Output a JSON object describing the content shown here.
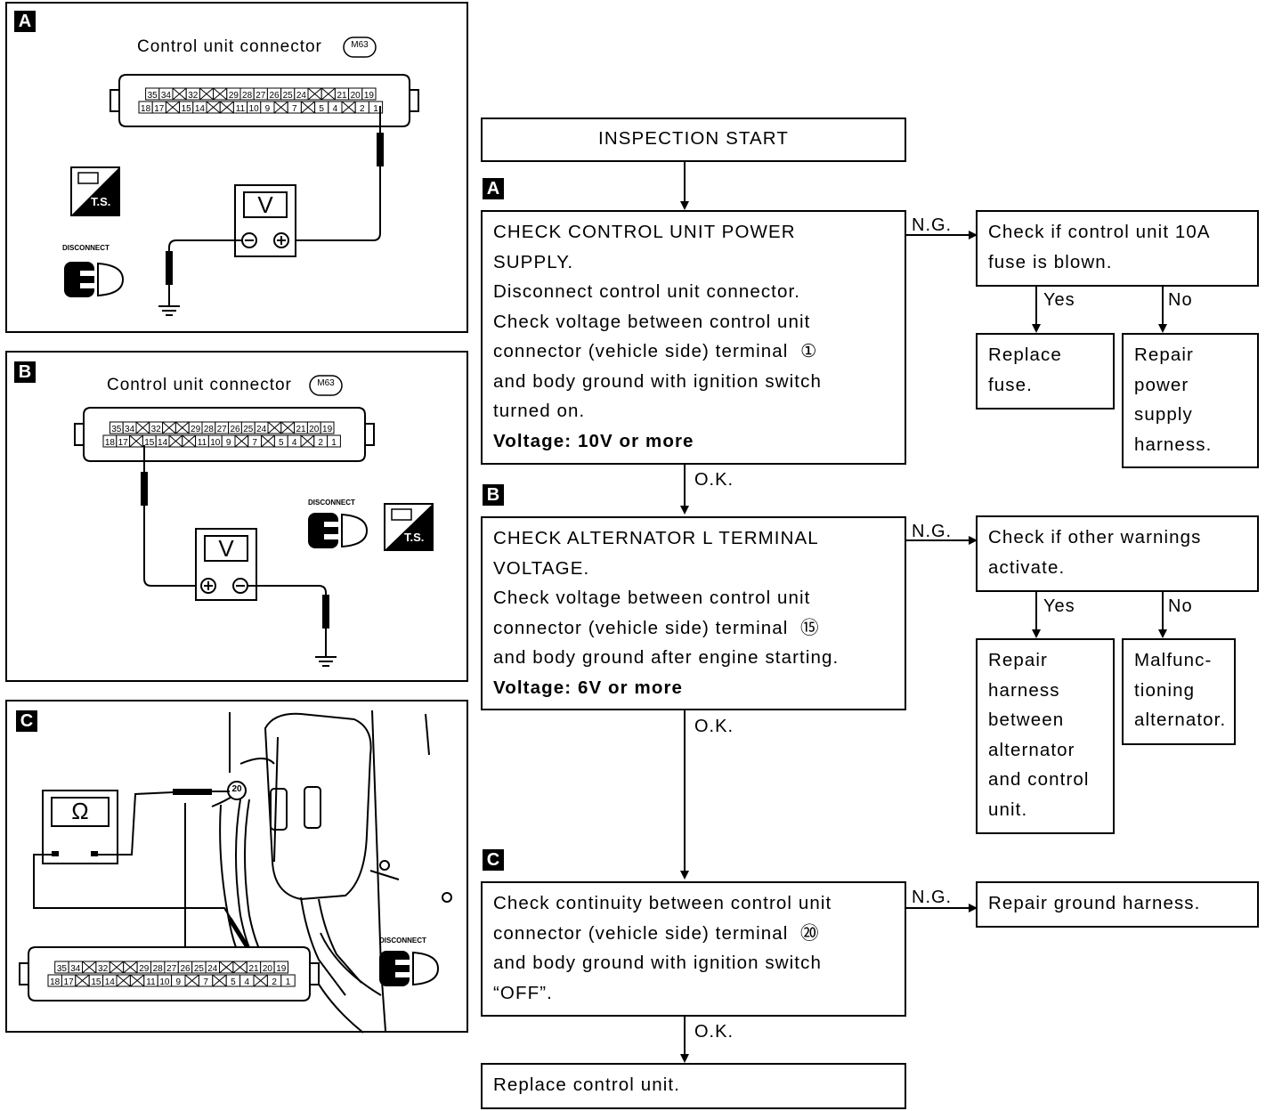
{
  "flowchart": {
    "start": "INSPECTION START",
    "step_a": {
      "tag": "A",
      "lines": [
        "CHECK CONTROL UNIT POWER",
        "SUPPLY.",
        "Disconnect control unit connector.",
        "Check voltage between control unit",
        "connector (vehicle side) terminal  ①",
        "and body ground with ignition switch",
        "turned on."
      ],
      "spec": "Voltage: 10V or more",
      "ng_label": "N.G.",
      "ok_label": "O.K.",
      "ng_box": [
        "Check if control unit 10A",
        "fuse is blown."
      ],
      "yes_label": "Yes",
      "no_label": "No",
      "yes_box": [
        "Replace",
        "fuse."
      ],
      "no_box": [
        "Repair",
        "power",
        "supply",
        "harness."
      ]
    },
    "step_b": {
      "tag": "B",
      "lines": [
        "CHECK ALTERNATOR L TERMINAL",
        "VOLTAGE.",
        "Check voltage between control unit",
        "connector (vehicle side) terminal  ⑮",
        "and body ground after engine starting."
      ],
      "spec": "Voltage: 6V or more",
      "ng_label": "N.G.",
      "ok_label": "O.K.",
      "ng_box": [
        "Check if other warnings",
        "activate."
      ],
      "yes_label": "Yes",
      "no_label": "No",
      "yes_box": [
        "Repair",
        "harness",
        "between",
        "alternator",
        "and control",
        "unit."
      ],
      "no_box": [
        "Malfunc-",
        "tioning",
        "alternator."
      ]
    },
    "step_c": {
      "tag": "C",
      "lines": [
        "Check continuity between control unit",
        "connector (vehicle side) terminal  ⑳",
        "and body ground with ignition switch",
        "“OFF”."
      ],
      "ng_label": "N.G.",
      "ok_label": "O.K.",
      "ng_box": [
        "Repair ground harness."
      ]
    },
    "end": "Replace control unit."
  },
  "panels": {
    "a": {
      "tag": "A",
      "caption": "Control unit connector",
      "badge": "M63",
      "meter": "V",
      "ts_label": "T.S.",
      "disconnect": "DISCONNECT",
      "top_pins": [
        "35",
        "34",
        "",
        "32",
        "",
        "",
        "29",
        "28",
        "27",
        "26",
        "25",
        "24",
        "",
        "",
        "21",
        "20",
        "19"
      ],
      "bottom_pins": [
        "18",
        "17",
        "",
        "15",
        "14",
        "",
        "",
        "11",
        "10",
        "9",
        "",
        "7",
        "",
        "5",
        "4",
        "",
        "2",
        "1"
      ]
    },
    "b": {
      "tag": "B",
      "caption": "Control unit connector",
      "badge": "M63",
      "meter": "V",
      "ts_label": "T.S.",
      "disconnect": "DISCONNECT",
      "top_pins": [
        "35",
        "34",
        "",
        "32",
        "",
        "",
        "29",
        "28",
        "27",
        "26",
        "25",
        "24",
        "",
        "",
        "21",
        "20",
        "19"
      ],
      "bottom_pins": [
        "18",
        "17",
        "",
        "15",
        "14",
        "",
        "",
        "11",
        "10",
        "9",
        "",
        "7",
        "",
        "5",
        "4",
        "",
        "2",
        "1"
      ]
    },
    "c": {
      "tag": "C",
      "meter": "Ω",
      "disconnect": "DISCONNECT",
      "ground_terminal": "20",
      "top_pins": [
        "35",
        "34",
        "",
        "32",
        "",
        "",
        "29",
        "28",
        "27",
        "26",
        "25",
        "24",
        "",
        "",
        "21",
        "20",
        "19"
      ],
      "bottom_pins": [
        "18",
        "17",
        "",
        "15",
        "14",
        "",
        "",
        "11",
        "10",
        "9",
        "",
        "7",
        "",
        "5",
        "4",
        "",
        "2",
        "1"
      ]
    }
  }
}
